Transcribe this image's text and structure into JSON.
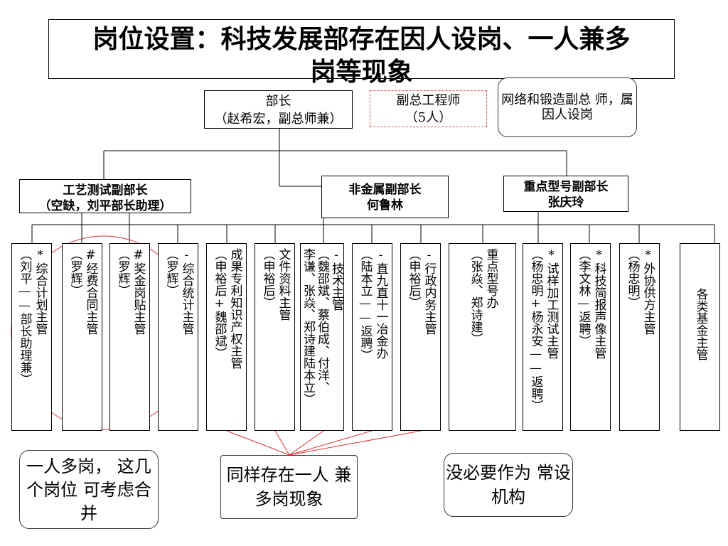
{
  "title": "岗位设置：科技发展部存在因人设岗、一人兼多\n岗等现象",
  "chief": {
    "line1": "部长",
    "line2": "（赵希宏，副总师兼）"
  },
  "engineer": {
    "line1": "副总工程师",
    "line2": "（5人）"
  },
  "note_top": {
    "line1": "网络和锻造副总",
    "line2": "师，属因人设岗"
  },
  "deputies": [
    {
      "line1": "工艺测试副部长",
      "line2": "（空缺，刘平部长助理）"
    },
    {
      "line1": "非金属副部长",
      "line2": "何鲁林"
    },
    {
      "line1": "重点型号副部长",
      "line2": "张庆玲"
    }
  ],
  "positions": [
    {
      "name": "综合计划主管",
      "cols": [
        "*综合计划主管",
        "（刘平——部长助理兼）"
      ]
    },
    {
      "name": "经费合同主管",
      "cols": [
        "#经费合同主管",
        "（罗辉）"
      ]
    },
    {
      "name": "奖金岗贴主管",
      "cols": [
        "#奖金岗贴主管",
        "（罗辉）"
      ]
    },
    {
      "name": "综合统计主管",
      "cols": [
        "-综合统计主管",
        "（罗辉）"
      ]
    },
    {
      "name": "成果专利知识产权主管",
      "cols": [
        "成果专利知识产权主管",
        "（申裕后+魏邵斌）"
      ]
    },
    {
      "name": "文件资料主管",
      "cols": [
        "文件资料主管",
        "（申裕后）"
      ]
    },
    {
      "name": "技术主管",
      "cols": [
        "-技术主管",
        "（魏邵斌、蔡伯成、付洋、",
        "李谦、张焱、郑诗建陆本立）"
      ]
    },
    {
      "name": "直九直十一冶金办",
      "cols": [
        "-直九直十一冶金办",
        "（陆本立——返聘）"
      ]
    },
    {
      "name": "行政内务主管",
      "cols": [
        "-行政内务主管",
        "（申裕后）"
      ]
    },
    {
      "name": "重点型号办",
      "cols": [
        "重点型号办",
        "（张焱、郑诗建）"
      ]
    },
    {
      "name": "试样加工测试主管",
      "cols": [
        "*试样加工测试主管",
        "（杨忠明+杨永安——返聘）"
      ]
    },
    {
      "name": "科技简报声像主管",
      "cols": [
        "*科技简报声像主管",
        "（李文林—返聘）"
      ]
    },
    {
      "name": "外协供方主管",
      "cols": [
        "*外协供方主管",
        "（杨忠明）"
      ]
    },
    {
      "name": "各类基金主管",
      "cols": [
        "各类基金主管"
      ]
    }
  ],
  "notes": {
    "merge": {
      "l1": "一人多岗，",
      "l2": "这几个岗位",
      "l3": "可考虑合并"
    },
    "overlap": {
      "l1": "同样存在一人",
      "l2": "兼多岗现象"
    },
    "unnecessary": {
      "l1": "没必要作为",
      "l2": "常设机构"
    }
  },
  "colors": {
    "highlight": "#e03030",
    "dashed_border": "#e05050"
  }
}
